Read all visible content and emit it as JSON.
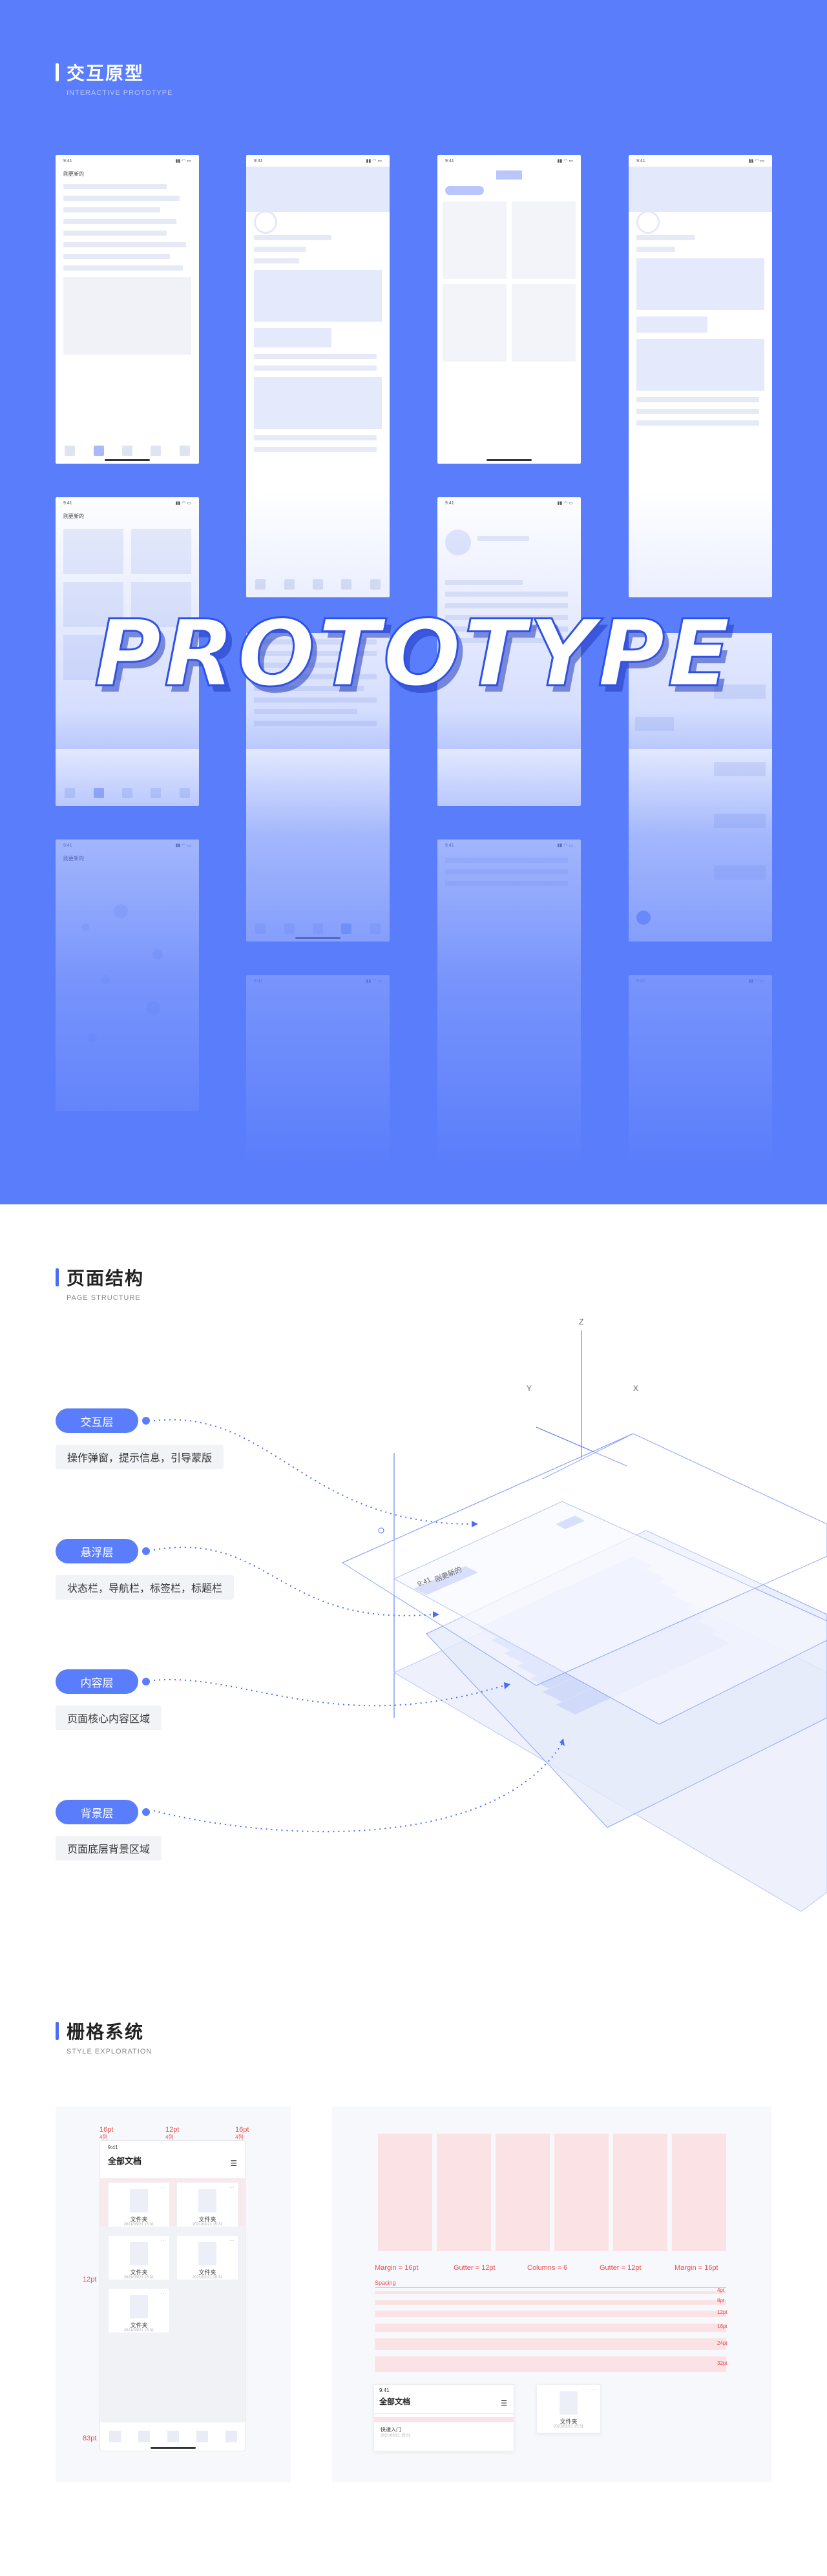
{
  "prototype_section": {
    "title": "交互原型",
    "subtitle": "INTERACTIVE PROTOTYPE",
    "big_word": "PROTOTYPE",
    "phone_tag": "刚更新的",
    "time": "9:41"
  },
  "structure_section": {
    "title": "页面结构",
    "subtitle": "PAGE STRUCTURE",
    "axes": {
      "z": "Z",
      "y": "Y",
      "x": "X"
    },
    "layers": [
      {
        "name": "交互层",
        "desc": "操作弹窗，提示信息，引导蒙版"
      },
      {
        "name": "悬浮层",
        "desc": "状态栏，导航栏，标签栏，标题栏"
      },
      {
        "name": "内容层",
        "desc": "页面核心内容区域"
      },
      {
        "name": "背景层",
        "desc": "页面底层背景区域"
      }
    ],
    "iso_screen_tag": "刚更新的",
    "iso_time": "9:41"
  },
  "grid_section": {
    "title": "栅格系统",
    "subtitle": "STYLE EXPLORATION",
    "phone": {
      "time": "9:41",
      "header": "全部文档",
      "doc_name": "文件夹",
      "doc_date": "2021/03/21 15:31",
      "top_labels": [
        "16pt",
        "12pt",
        "16pt"
      ],
      "top_sublabels": [
        "4列",
        "4列",
        "4列"
      ],
      "side_label_1": "12pt",
      "side_label_2": "83pt"
    },
    "spec": {
      "margin_left": "Margin = 16pt",
      "gutter_1": "Gutter = 12pt",
      "columns": "Columns = 6",
      "gutter_2": "Gutter = 12pt",
      "margin_right": "Margin = 16pt",
      "spacing_label": "Spacing",
      "spacing_values": [
        "4pt",
        "8pt",
        "12pt",
        "16pt",
        "24pt",
        "32pt"
      ]
    },
    "mini_phone": {
      "time": "9:41",
      "header": "全部文档",
      "row_title": "快速入门",
      "row_date": "2021/03/21 15:31"
    },
    "mini_doc": {
      "name": "文件夹",
      "date": "2021/03/21 15:31"
    }
  },
  "colors": {
    "brand": "#5a7dfb",
    "accent_red": "#ee4b4b",
    "grid_pink": "#fbe3e5"
  }
}
